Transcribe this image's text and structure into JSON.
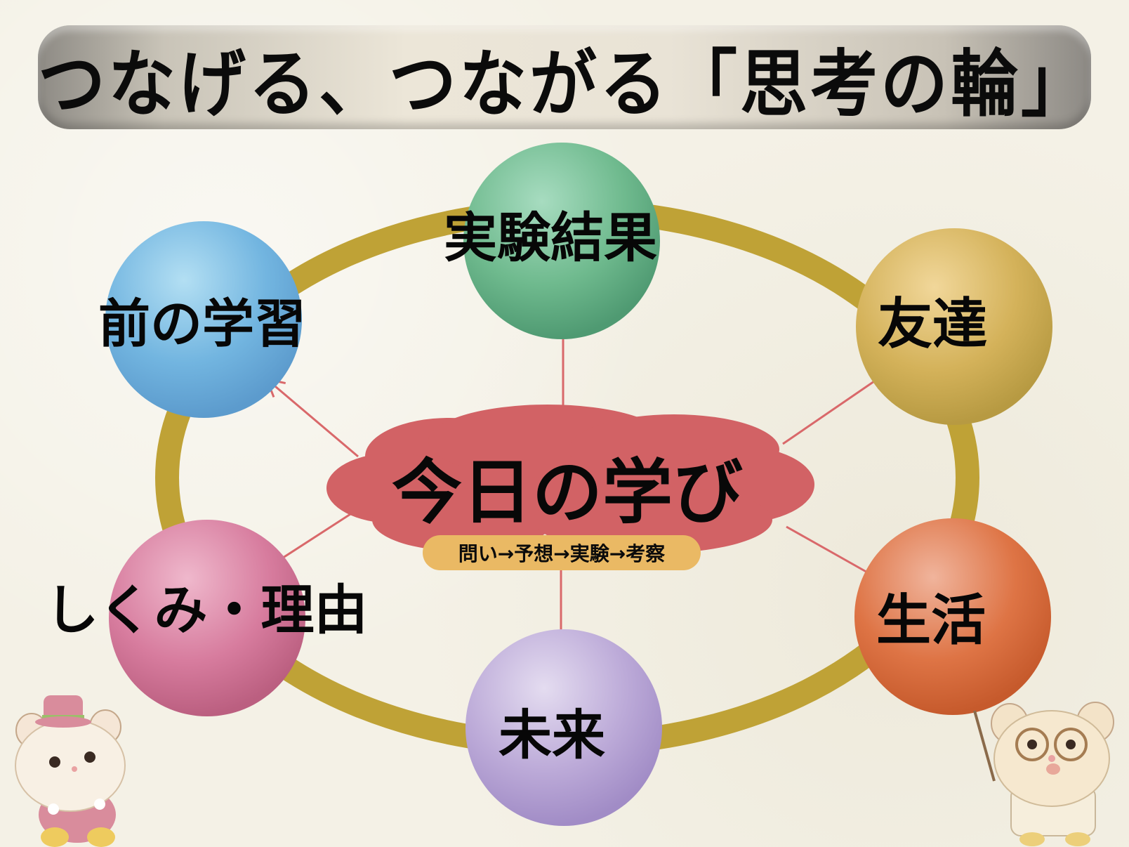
{
  "title": "つなげる、つながる「思考の輪」",
  "center": {
    "label": "今日の学び",
    "process": "問い→予想→実験→考察",
    "cloud_color": "#d26265",
    "pill_color": "#eab964"
  },
  "ring_color": "#bfa236",
  "arrow_color": "#d9686a",
  "nodes": [
    {
      "label": "実験結果",
      "color": "#6fba8e",
      "position": "top"
    },
    {
      "label": "前の学習",
      "color": "#6fb3e0",
      "position": "top-left"
    },
    {
      "label": "友達",
      "color": "#d4b25a",
      "position": "top-right"
    },
    {
      "label": "しくみ・理由",
      "color": "#d77c9e",
      "position": "bottom-left"
    },
    {
      "label": "生活",
      "color": "#de7445",
      "position": "bottom-right"
    },
    {
      "label": "未来",
      "color": "#b9a6d6",
      "position": "bottom"
    }
  ],
  "mascots": [
    {
      "name": "hamster-with-hat",
      "position": "bottom-left"
    },
    {
      "name": "hamster-professor",
      "position": "bottom-right"
    }
  ]
}
